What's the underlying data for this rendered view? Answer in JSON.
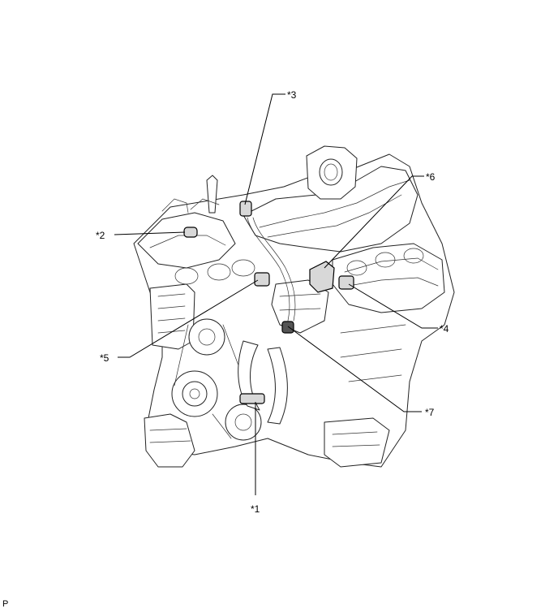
{
  "diagram": {
    "callouts": [
      {
        "id": "c1",
        "label": "*1"
      },
      {
        "id": "c2",
        "label": "*2"
      },
      {
        "id": "c3",
        "label": "*3"
      },
      {
        "id": "c4",
        "label": "*4"
      },
      {
        "id": "c5",
        "label": "*5"
      },
      {
        "id": "c6",
        "label": "*6"
      },
      {
        "id": "c7",
        "label": "*7"
      }
    ],
    "page_code": "P"
  }
}
